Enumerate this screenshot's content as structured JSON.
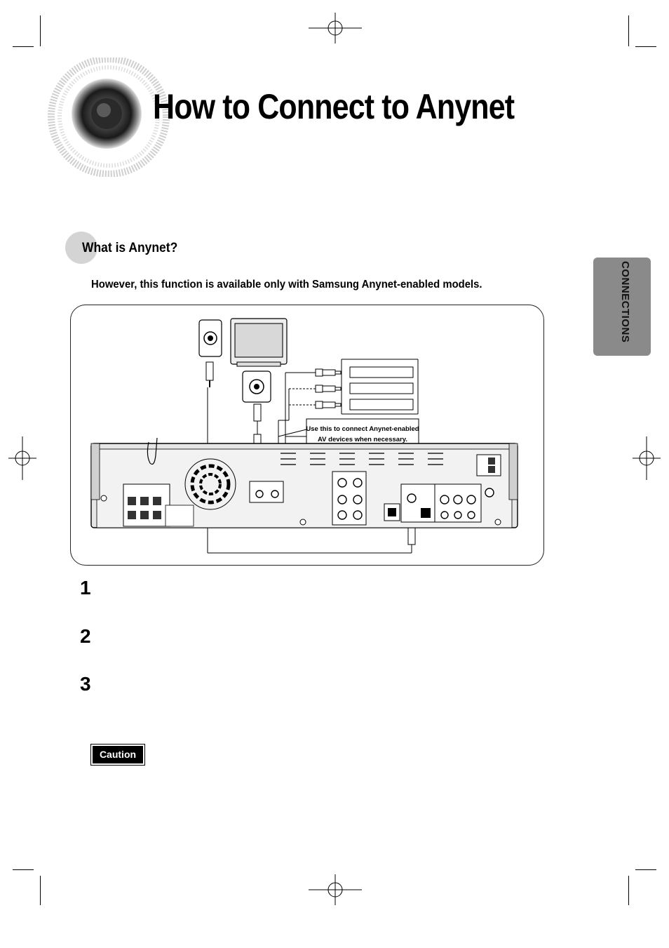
{
  "page": {
    "title": "How to Connect to Anynet",
    "side_tab": "CONNECTIONS"
  },
  "section": {
    "heading": "What is Anynet?",
    "note": "However, this function is available only with Samsung Anynet-enabled models."
  },
  "diagram": {
    "callout_line1": "Use this to connect Anynet-enabled",
    "callout_line2": "AV devices when necessary."
  },
  "steps": [
    "1",
    "2",
    "3"
  ],
  "caution": {
    "label": "Caution"
  },
  "colors": {
    "side_tab": "#8a8a8a",
    "section_dot": "#d4d4d4",
    "caution_bg": "#000000"
  }
}
